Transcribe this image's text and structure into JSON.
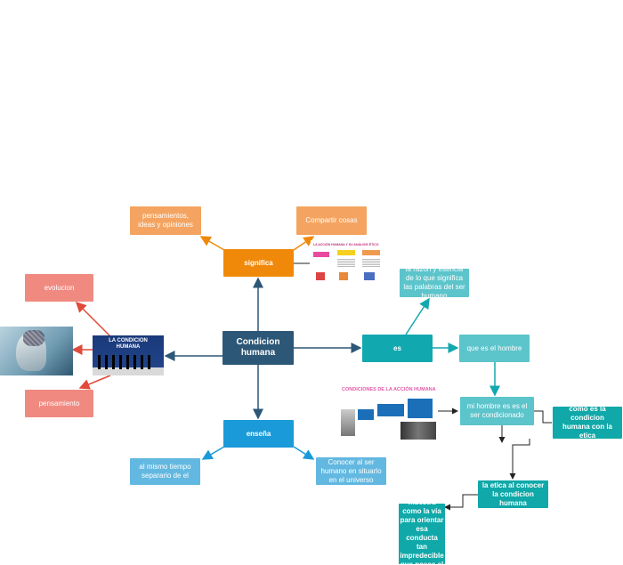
{
  "colors": {
    "center": "#2d5777",
    "orange": "#f4a460",
    "orange_dark": "#f0890a",
    "salmon": "#f08a80",
    "teal": "#12a8b0",
    "teal_light": "#5cc4cb",
    "teal_dark": "#10a8a8",
    "blue": "#1a9ad8",
    "blue_light": "#62b8e0"
  },
  "nodes": {
    "center": "Condicion humana",
    "significa": "significa",
    "pensamientos": "pensamientos, ideas y opiniones",
    "compartir": "Compartir cosas",
    "evolucion": "evolucion",
    "pensamiento": "pensamiento",
    "es": "es",
    "razon": "la razon y esencia de lo que significa las palabras del ser humano",
    "que_es": "que es el hombre",
    "hombre": "mi hombre es es el ser condicionado",
    "etica": "como es la condicion humana con la etica",
    "etica_conocer": "la etica al conocer la condicion humana",
    "muestra": "hace muestra como la via para orientar esa conducta tan impredecible que posee el hombre",
    "ensena": "enseña",
    "separario": "al mismo tiempo separario de el",
    "conocer": "Conocer al ser humano en situarlo en el universo"
  },
  "images": {
    "evolution_title": "LA CONDICION HUMANA",
    "accion_title": "LA ACCIÓN HUMANA Y SU ANÁLISIS ÉTICO",
    "condiciones_title": "CONDICIONES DE LA ACCIÓN HUMANA"
  }
}
